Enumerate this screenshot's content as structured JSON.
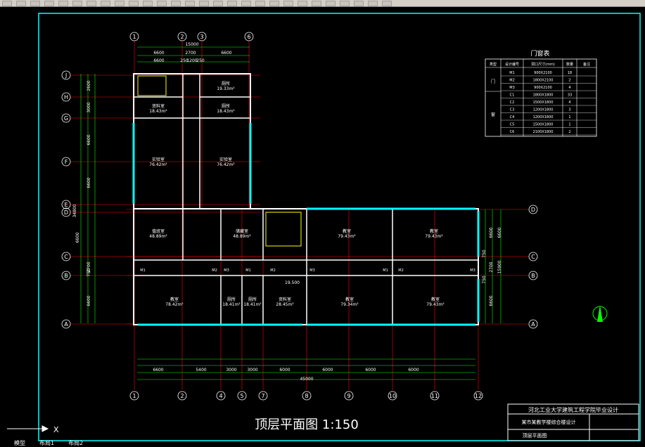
{
  "toolbar": {
    "icons": [
      "new-icon",
      "open-icon",
      "save-icon",
      "print-icon",
      "preview-icon",
      "publish-icon",
      "cut-icon",
      "copy-icon",
      "paste-icon",
      "match-icon",
      "undo-icon",
      "redo-icon",
      "pan-icon",
      "zoom-realtime-icon",
      "zoom-window-icon",
      "zoom-previous-icon",
      "properties-icon",
      "designcenter-icon",
      "toolpalette-icon",
      "sheetset-icon",
      "markup-icon",
      "calc-icon",
      "help-icon",
      "layer-icon",
      "layer-state-icon",
      "layer-on-icon",
      "layer-freeze-icon",
      "layer-lock-icon"
    ]
  },
  "drawing": {
    "title": "顶层平面图 1:150",
    "axes_top": [
      "1",
      "2",
      "3",
      "6"
    ],
    "axes_bottom": [
      "1",
      "2",
      "4",
      "5",
      "7",
      "8",
      "9",
      "10",
      "11",
      "12"
    ],
    "axes_left": [
      "J",
      "H",
      "G",
      "F",
      "E",
      "D",
      "C",
      "B",
      "A"
    ],
    "axes_right": [
      "D",
      "C",
      "B",
      "A"
    ],
    "dims_top": [
      "15000",
      "6600",
      "2700",
      "6600",
      "6600",
      "250",
      "1200",
      "250"
    ],
    "dims_left": [
      "2600",
      "3000",
      "6600",
      "6600",
      "6600",
      "2700",
      "750",
      "6600",
      "34800"
    ],
    "dims_right": [
      "6600",
      "6600",
      "750",
      "2700",
      "750",
      "6600",
      "15900"
    ],
    "dims_bottom": [
      "6600",
      "5400",
      "3000",
      "3000",
      "6000",
      "6000",
      "6000",
      "6000",
      "45000"
    ],
    "rooms": [
      {
        "name": "厕所",
        "area": "19.33m²"
      },
      {
        "name": "资料室",
        "area": "18.43m²"
      },
      {
        "name": "厕所",
        "area": "18.43m²"
      },
      {
        "name": "实验室",
        "area": "76.42m²"
      },
      {
        "name": "实验室",
        "area": "76.42m²"
      },
      {
        "name": "值班室",
        "area": "48.89m²"
      },
      {
        "name": "储藏室",
        "area": "48.89m²"
      },
      {
        "name": "教室",
        "area": "79.43m²"
      },
      {
        "name": "教室",
        "area": "79.43m²"
      },
      {
        "name": "教室",
        "area": "78.42m²"
      },
      {
        "name": "厕所",
        "area": "18.41m²"
      },
      {
        "name": "厕所",
        "area": "18.41m²"
      },
      {
        "name": "资料室",
        "area": "28.45m²"
      },
      {
        "name": "教室",
        "area": "79.34m²"
      },
      {
        "name": "教室",
        "area": "79.43m²"
      }
    ],
    "elevation": "19.500",
    "door_labels": [
      "M1",
      "M2",
      "M3",
      "C1",
      "C2",
      "C3",
      "C4",
      "C5",
      "C6"
    ],
    "door_schedule": {
      "title": "门窗表",
      "headers": [
        "类型",
        "设计编号",
        "洞口尺寸(mm)",
        "数量",
        "备注"
      ],
      "group_door": "门",
      "group_window": "窗",
      "rows": [
        [
          "M1",
          "900X2100",
          "18"
        ],
        [
          "M2",
          "1800X2100",
          "2"
        ],
        [
          "M3",
          "900X2100",
          "4"
        ],
        [
          "C1",
          "1800X1800",
          "33"
        ],
        [
          "C2",
          "1500X1800",
          "4"
        ],
        [
          "C3",
          "1200X1800",
          "3"
        ],
        [
          "C4",
          "1200X1800",
          "1"
        ],
        [
          "C5",
          "1500X1800",
          "1"
        ],
        [
          "C6",
          "2100X1800",
          "2"
        ]
      ]
    },
    "title_block": {
      "line1": "河北工业大学建筑工程学院毕业设计",
      "line2": "某市某教学楼综合楼设计",
      "line3": "顶层平面图"
    }
  },
  "statusbar": {
    "tabs": [
      "模型",
      "布局1",
      "布局2"
    ]
  },
  "colors": {
    "background": "#000000",
    "wall": "#ffffff",
    "axis": "#ff0000",
    "dimension": "#00ff00",
    "window": "#00ffff",
    "frame": "#00ffff",
    "stair": "#ffff00",
    "text": "#ffffff"
  }
}
